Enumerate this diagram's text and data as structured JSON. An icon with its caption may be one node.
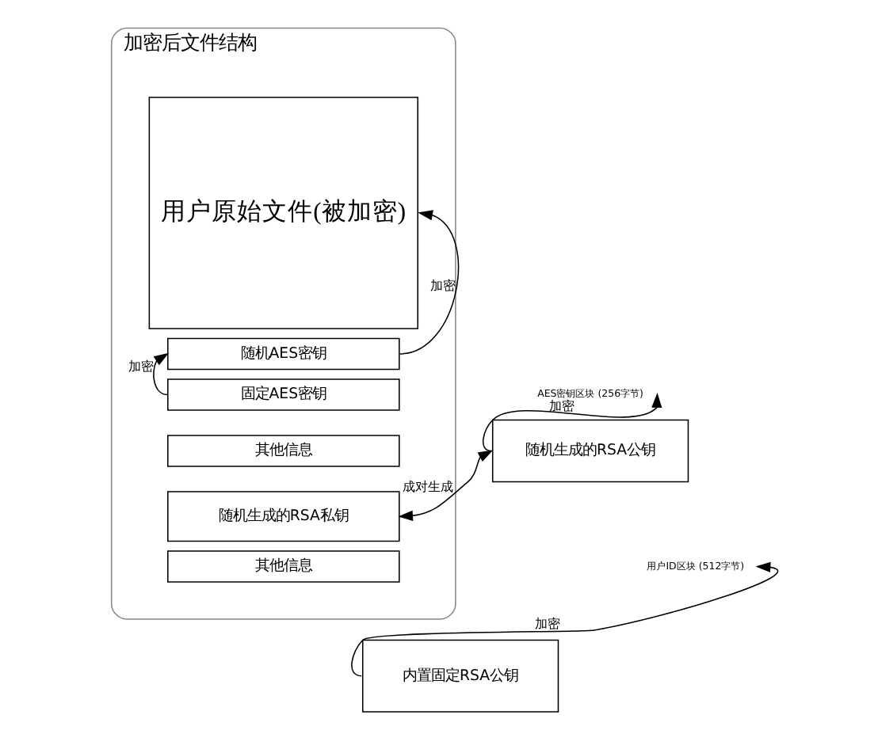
{
  "diagram": {
    "nodes": [
      {
        "text": [
          "加密后文件结构"
        ]
      },
      {
        "text": [
          "用户原始文件(被加密)"
        ],
        "in": 0
      },
      {
        "text": [
          "随机AES密钥"
        ],
        "in": 0
      },
      {
        "text": [
          "固定AES密钥"
        ],
        "in": 0
      },
      {
        "text": [
          "其他信息"
        ],
        "in": 0
      },
      {
        "text": [
          "随机生成的RSA私钥"
        ],
        "in": 0
      },
      {
        "text": [
          "其他信息"
        ],
        "in": 0
      },
      {
        "text": [
          "AES密钥区块 (256字节)"
        ]
      },
      {
        "text": [
          "用户ID区块 (512字节)"
        ]
      },
      {
        "text": [
          "随机生成的RSA公钥"
        ]
      },
      {
        "text": [
          "内置固定RSA公钥"
        ]
      }
    ],
    "edges": [
      {
        "from": 2,
        "to": 1,
        "arrow": "to",
        "label": "加密"
      },
      {
        "from": 3,
        "to": 2,
        "arrow": "to",
        "label": "加密"
      },
      {
        "from": 9,
        "to": 7,
        "arrow": "to",
        "label": "加密"
      },
      {
        "from": 9,
        "to": 5,
        "arrow": "both",
        "label": "成对生成"
      },
      {
        "from": 10,
        "to": 8,
        "arrow": "to",
        "label": "加密"
      }
    ]
  }
}
